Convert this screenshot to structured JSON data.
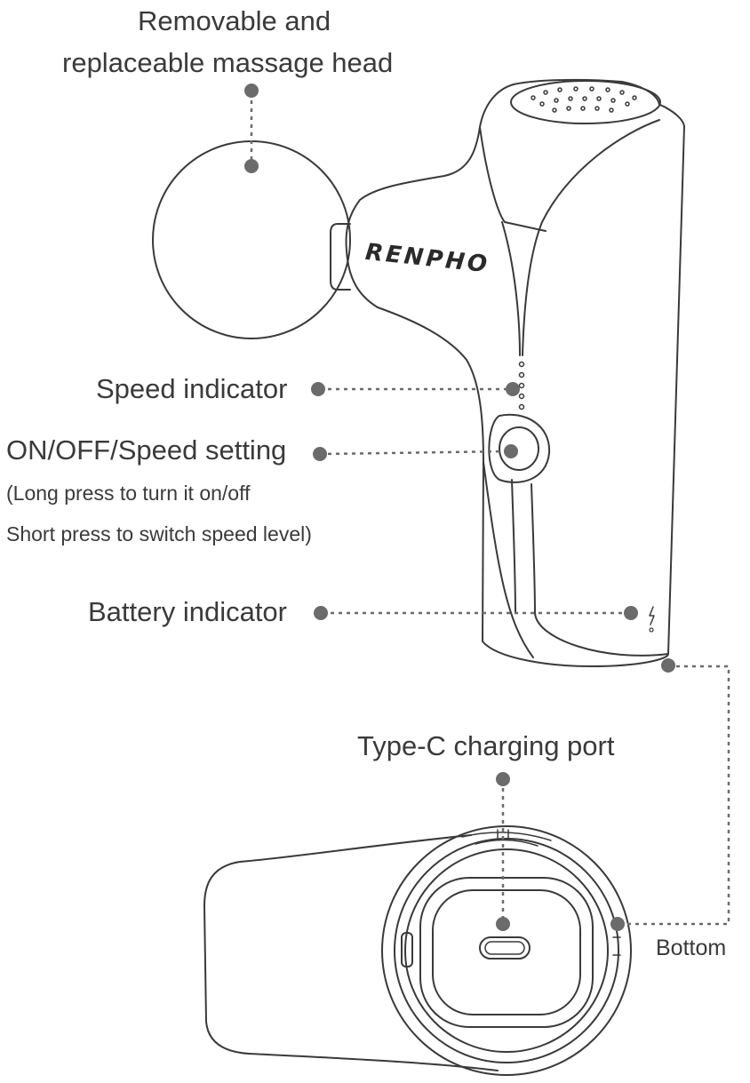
{
  "callouts": {
    "head_line1": "Removable and",
    "head_line2": "replaceable massage head",
    "speed_indicator": "Speed indicator",
    "power_button": "ON/OFF/Speed setting",
    "power_note_line1": "(Long press to turn it on/off",
    "power_note_line2": "Short press to switch speed level)",
    "battery_indicator": "Battery indicator",
    "charging_port": "Type-C charging port",
    "bottom": "Bottom"
  },
  "device": {
    "brand": "RENPHO"
  },
  "colors": {
    "outline": "#3a3a3a",
    "callout_dot": "#6b6b6b",
    "text": "#3a3a3a"
  }
}
